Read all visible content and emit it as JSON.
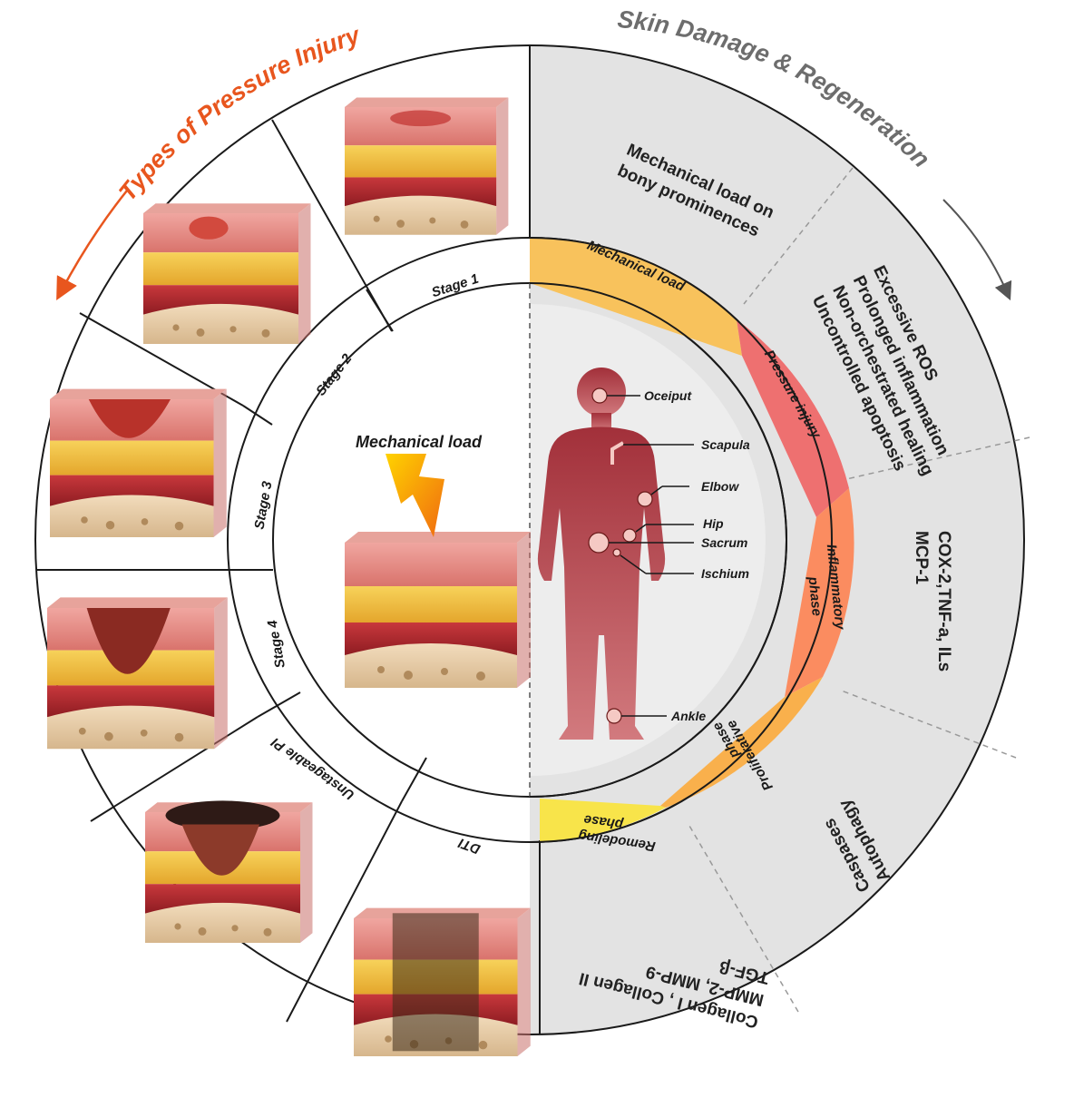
{
  "titles": {
    "left": "Types of Pressure Injury",
    "right": "Skin Damage & Regeneration"
  },
  "stages": [
    "Stage 1",
    "Stage 2",
    "Stage 3",
    "Stage 4",
    "Unstageable PI",
    "DTI"
  ],
  "center": {
    "mechanical_load": "Mechanical  load"
  },
  "phases": {
    "mechanical_load": "Mechanical load",
    "pressure_injury": "Pressure injury",
    "inflammatory": [
      "Inflammatory",
      "phase"
    ],
    "proliferative": [
      "Proliferative",
      "phase"
    ],
    "remodeling": [
      "Remodeling",
      "phase"
    ]
  },
  "outer_right": {
    "bony": [
      "Mechanical load on",
      "bony prominences"
    ],
    "damage": [
      "Excessive ROS",
      "Prolonged inflammation",
      "Non-orchestrated healing",
      "Uncontrolled apoptosis"
    ],
    "cytokines": [
      "COX-2,TNF-a, ILs",
      "MCP-1"
    ],
    "death": [
      "Caspases",
      "Autophagy"
    ],
    "collagen": [
      "Collagen I ,   Collagen II",
      "MMP-2, MMP-9",
      "TGF-β"
    ]
  },
  "body_sites": [
    "Oceiput",
    "Scapula",
    "Elbow",
    "Hip",
    "Sacrum",
    "Ischium",
    "Ankle"
  ],
  "colors": {
    "left_title": "#e8561e",
    "right_title": "#6d6d6d",
    "gray_panel": "#e3e3e3",
    "body": "#b03a44"
  }
}
